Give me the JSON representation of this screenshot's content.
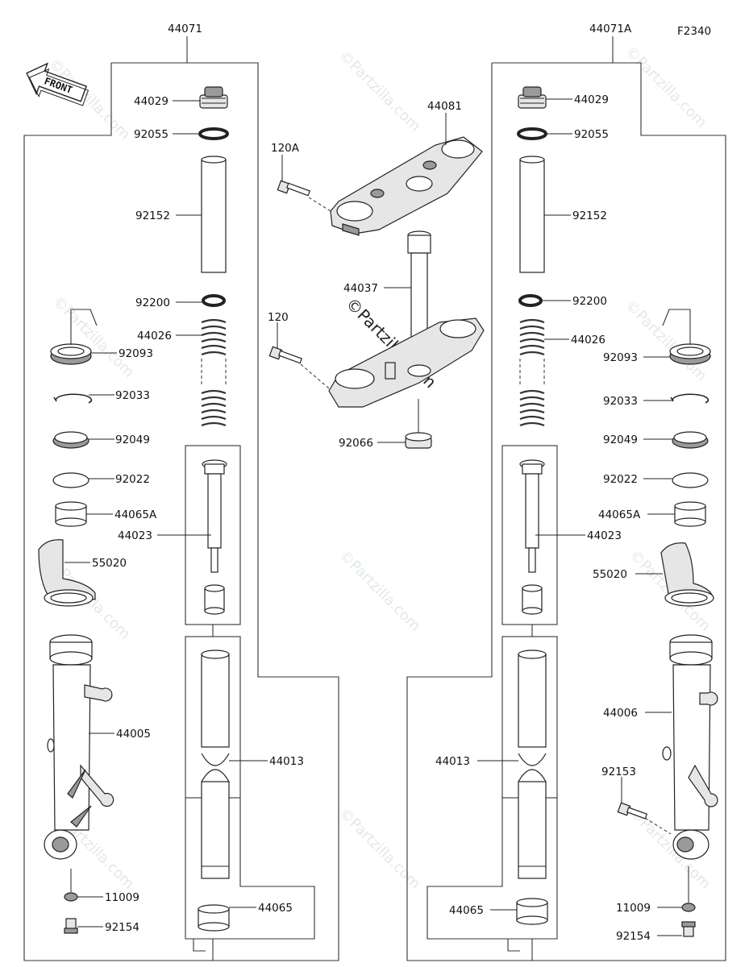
{
  "figure_code": "F2340",
  "front_label": "FRONT",
  "watermark": "©Partzilla.com",
  "assemblies": {
    "left": "44071",
    "right": "44071A"
  },
  "labels": {
    "l_44029": "44029",
    "l_92055": "92055",
    "l_92152": "92152",
    "l_92200": "92200",
    "l_44026": "44026",
    "l_92093": "92093",
    "l_92033": "92033",
    "l_92049": "92049",
    "l_92022": "92022",
    "l_44065A": "44065A",
    "l_44023": "44023",
    "l_55020": "55020",
    "l_44005": "44005",
    "l_44013": "44013",
    "l_44065": "44065",
    "l_11009": "11009",
    "l_92154": "92154",
    "c_44081": "44081",
    "c_120A": "120A",
    "c_44037": "44037",
    "c_120": "120",
    "c_92066": "92066",
    "r_44029": "44029",
    "r_92055": "92055",
    "r_92152": "92152",
    "r_92200": "92200",
    "r_44026": "44026",
    "r_92093": "92093",
    "r_92033": "92033",
    "r_92049": "92049",
    "r_92022": "92022",
    "r_44065A": "44065A",
    "r_44023": "44023",
    "r_55020": "55020",
    "r_44006": "44006",
    "r_92153": "92153",
    "r_44013": "44013",
    "r_44065": "44065",
    "r_11009": "11009",
    "r_92154": "92154"
  }
}
